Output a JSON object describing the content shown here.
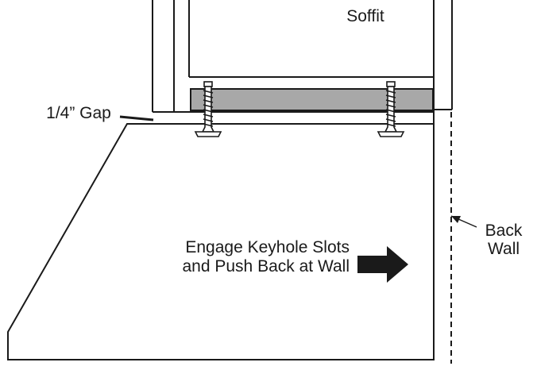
{
  "labels": {
    "soffit": "Soffit",
    "gap": "1/4” Gap",
    "back_wall_line1": "Back",
    "back_wall_line2": "Wall",
    "instruction_line1": "Engage Keyhole Slots",
    "instruction_line2": "and Push Back at Wall"
  },
  "colors": {
    "line": "#1a1a1a",
    "mounting_strip": "#a8a8a8",
    "background": "#ffffff"
  },
  "icons": {
    "push_arrow": "arrow-right",
    "screws": "wood-screw"
  }
}
